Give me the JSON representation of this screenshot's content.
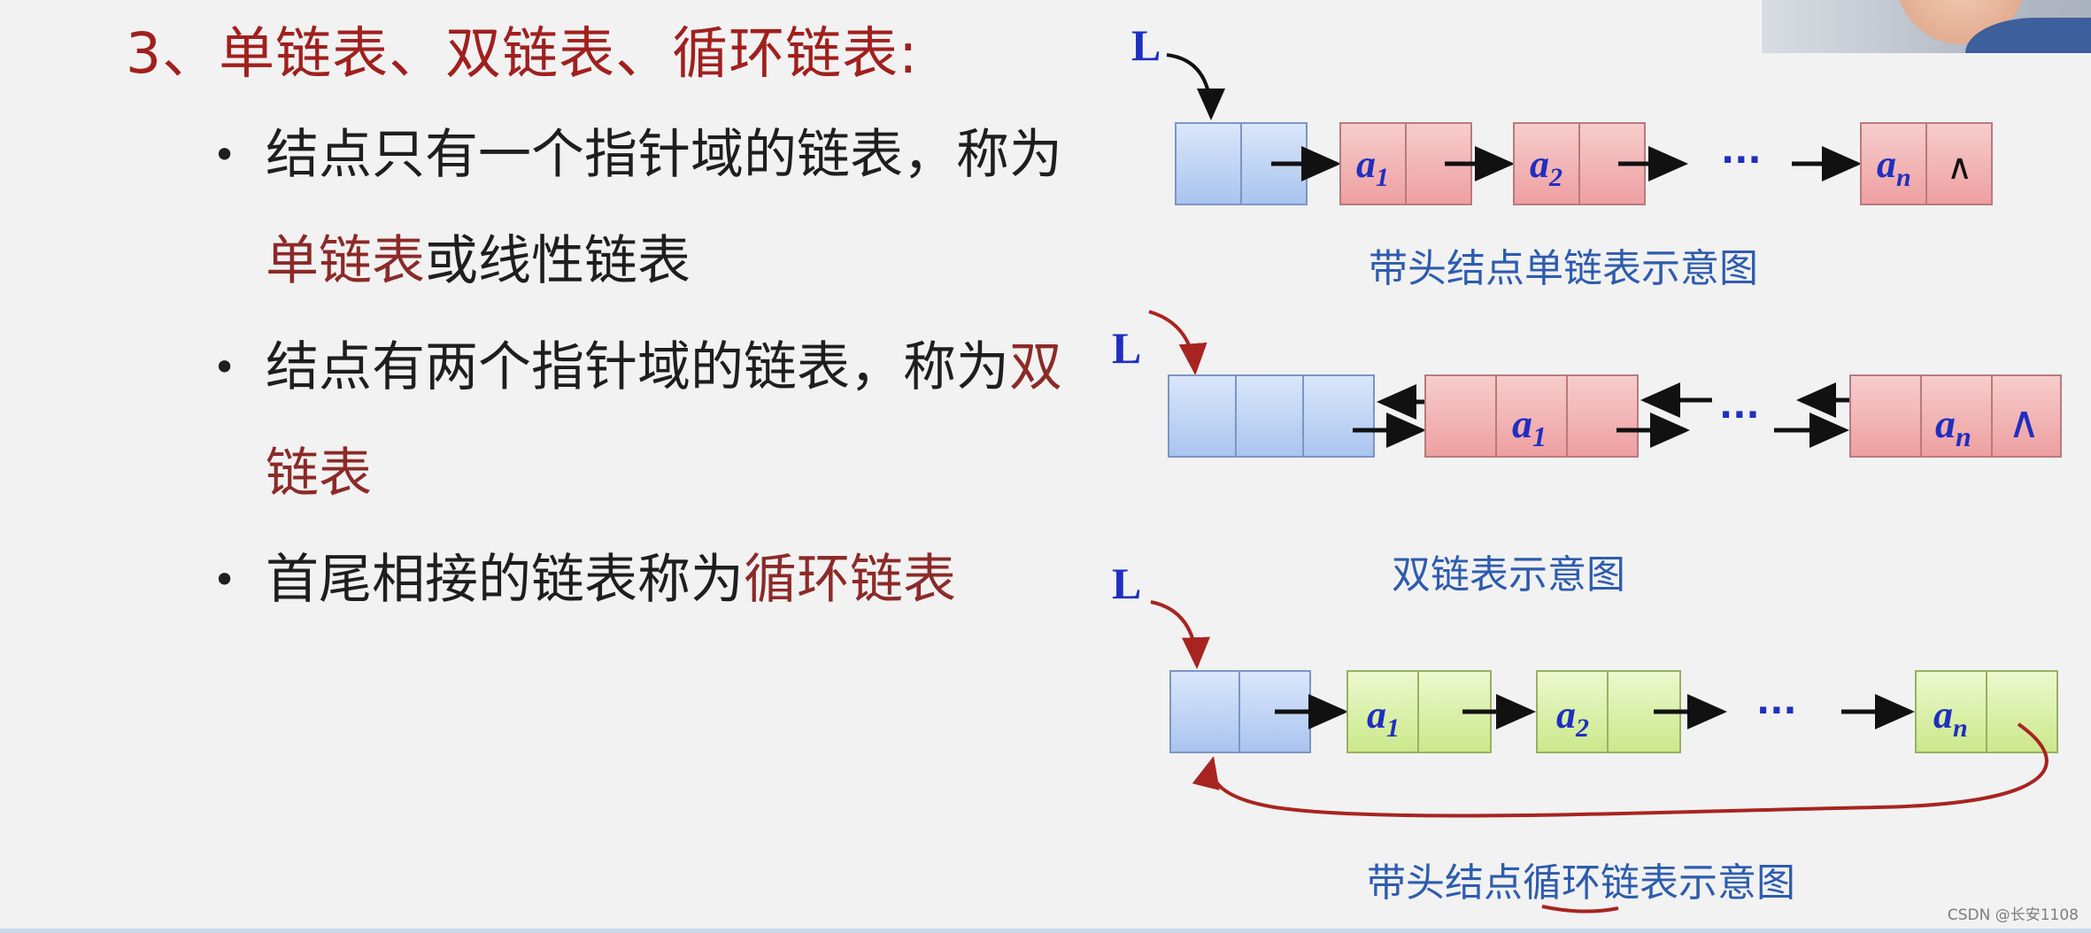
{
  "title": "3、单链表、双链表、循环链表:",
  "bullets": [
    {
      "text_1": "结点只有一个指针域的链表，称为",
      "highlight": "单链表",
      "text_2": "或线性链表"
    },
    {
      "text_1": "结点有两个指针域的链表，称为",
      "highlight": "双链表",
      "text_2": ""
    },
    {
      "text_1": "首尾相接的链表称为",
      "highlight": "循环链表",
      "text_2": ""
    }
  ],
  "bullet_symbol": "•",
  "diagrams": {
    "head_label": "L",
    "ellipsis": "···",
    "null_symbol": "∧",
    "node_labels": {
      "a": "a",
      "sub_1": "1",
      "sub_2": "2",
      "sub_n": "n"
    },
    "single_caption": "带头结点单链表示意图",
    "double_caption": "双链表示意图",
    "circular_caption": "带头结点循环链表示意图"
  },
  "colors": {
    "title": "#a0201e",
    "highlight": "#8c2a28",
    "head_node_fill": "#c5d8f5",
    "data_node_fill_single": "#f3b6b7",
    "data_node_fill_circular": "#d9f0a6",
    "caption": "#2e5cae",
    "label": "#1f2fbf",
    "curve_arrow": "#a82420"
  },
  "watermark": "CSDN @长安1108"
}
